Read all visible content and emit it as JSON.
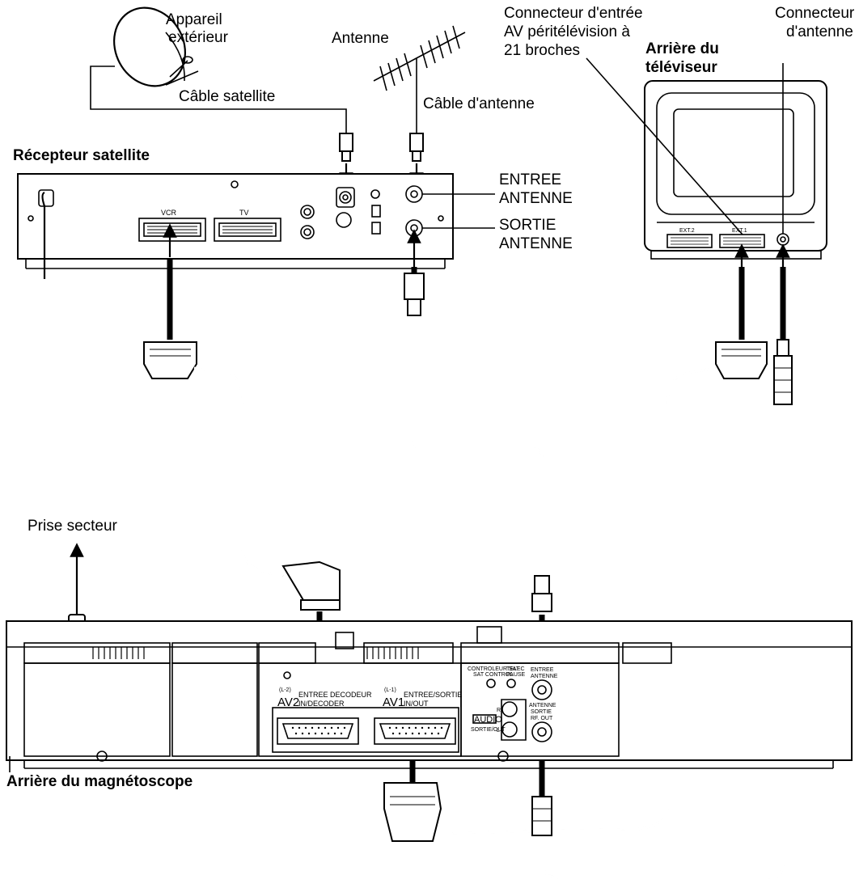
{
  "labels": {
    "external_unit": [
      "Appareil",
      "extérieur"
    ],
    "satellite_cable": "Câble satellite",
    "antenna": "Antenne",
    "antenna_cable": "Câble d'antenne",
    "scart_connector": [
      "Connecteur d'entrée",
      "AV péritélévision à",
      "21 broches"
    ],
    "antenna_connector": [
      "Connecteur",
      "d'antenne"
    ],
    "tv_rear": [
      "Arrière du",
      "téléviseur"
    ],
    "satellite_receiver": "Récepteur satellite",
    "antenna_in": [
      "ENTREE",
      "ANTENNE"
    ],
    "antenna_out": [
      "SORTIE",
      "ANTENNE"
    ],
    "mains": "Prise secteur",
    "vcr_rear": "Arrière du magnétoscope"
  },
  "receiver": {
    "vcr": "VCR",
    "tv": "TV"
  },
  "tv": {
    "ext2": "EXT.2",
    "ext1": "EXT.1"
  },
  "vcr": {
    "av2_sup": "(L-2)",
    "av2": "AV2",
    "av2_text": [
      "ENTREE DECODEUR",
      "IN/DECODER"
    ],
    "av1_sup": "(L-1)",
    "av1": "AV1",
    "av1_text": [
      "ENTREE/SORTIE",
      "IN/OUT"
    ],
    "sat_control": [
      "CONTROLEUR SAT",
      "SAT CONTROL"
    ],
    "telec": [
      "TELEC",
      "PAUSE"
    ],
    "antenne_in": [
      "ENTREE",
      "ANTENNE"
    ],
    "antenne_out": [
      "ANTENNE",
      "SORTIE",
      "RF. OUT"
    ],
    "audio": "AUDIO",
    "audio_sub": "SORTIE/OUT",
    "r": "R",
    "l": "L"
  }
}
